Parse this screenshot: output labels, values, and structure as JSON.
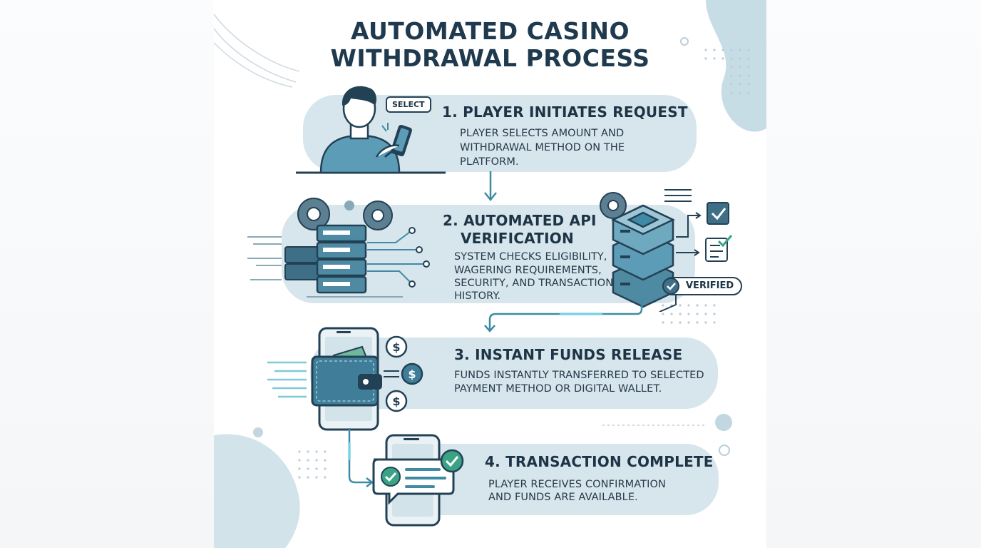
{
  "title": {
    "line1": "AUTOMATED CASINO",
    "line2": "WITHDRAWAL PROCESS"
  },
  "steps": [
    {
      "title": "1.  PLAYER INITIATES REQUEST",
      "desc_lines": [
        "PLAYER SELECTS AMOUNT AND",
        "WITHDRAWAL METHOD ON THE",
        "PLATFORM."
      ],
      "bubble": "SELECT",
      "icon": "person-phone-icon"
    },
    {
      "title_lines": [
        "2. AUTOMATED API",
        "VERIFICATION"
      ],
      "desc_lines": [
        "SYSTEM CHECKS ELIGIBILITY,",
        "WAGERING REQUIREMENTS,",
        "SECURITY, AND TRANSACTION",
        "HISTORY."
      ],
      "badge": "VERIFIED",
      "icon": "server-gears-icon"
    },
    {
      "title": "3. INSTANT FUNDS RELEASE",
      "desc_lines": [
        "FUNDS INSTANTLY TRANSFERRED TO SELECTED",
        "PAYMENT METHOD OR DIGITAL WALLET."
      ],
      "icon": "wallet-phone-icon"
    },
    {
      "title": "4. TRANSACTION COMPLETE",
      "desc_lines": [
        "PLAYER RECEIVES CONFIRMATION",
        "AND FUNDS ARE AVAILABLE."
      ],
      "icon": "phone-confirmation-icon"
    }
  ],
  "colors": {
    "navy": "#1f3a4e",
    "pill": "#d7e5ec",
    "accent": "#3f8ba6",
    "check": "#3aa384"
  }
}
